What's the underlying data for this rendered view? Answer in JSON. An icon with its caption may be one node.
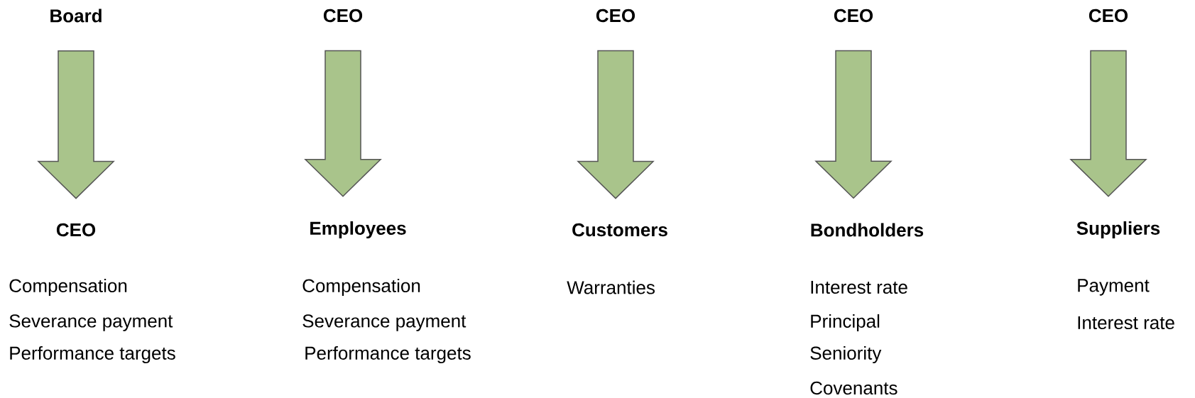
{
  "diagram": {
    "nodes": [
      {
        "text": [
          "Board"
        ]
      },
      {
        "text": [
          "CEO"
        ]
      },
      {
        "text": [
          "CEO"
        ]
      },
      {
        "text": [
          "CEO"
        ]
      },
      {
        "text": [
          "CEO"
        ]
      },
      {
        "text": [
          "CEO"
        ]
      },
      {
        "text": [
          "Employees"
        ]
      },
      {
        "text": [
          "Customers"
        ]
      },
      {
        "text": [
          "Bondholders"
        ]
      },
      {
        "text": [
          "Suppliers"
        ]
      }
    ],
    "edges": [
      {
        "from": 0,
        "to": 5,
        "arrow": "to"
      },
      {
        "from": 1,
        "to": 6,
        "arrow": "to"
      },
      {
        "from": 2,
        "to": 7,
        "arrow": "to"
      },
      {
        "from": 3,
        "to": 8,
        "arrow": "to"
      },
      {
        "from": 4,
        "to": 9,
        "arrow": "to"
      }
    ],
    "labels": [
      "Compensation",
      "Severance payment",
      "Performance targets",
      "Compensation",
      "Severance payment",
      "Performance targets",
      "Warranties",
      "Interest rate",
      "Principal",
      "Seniority",
      "Covenants",
      "Payment",
      "Interest rate"
    ]
  }
}
